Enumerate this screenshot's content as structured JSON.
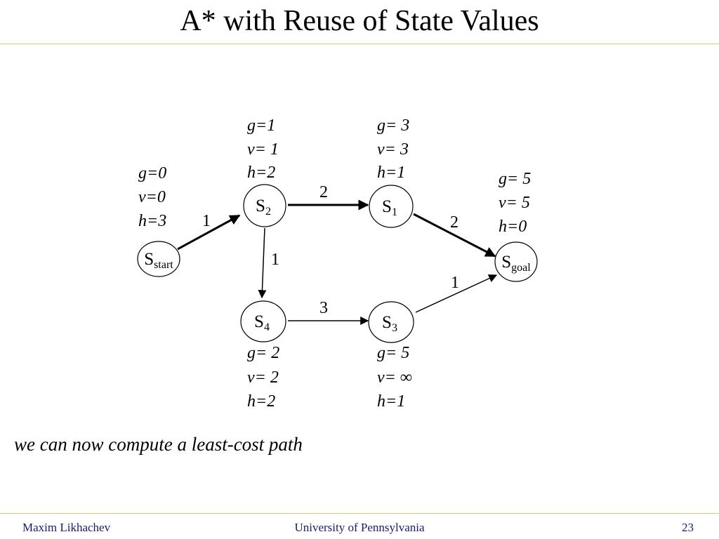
{
  "slide": {
    "title": "A* with Reuse of State Values",
    "caption": "we can now compute a least-cost path",
    "footer": {
      "author": "Maxim Likhachev",
      "institution": "University of Pennsylvania",
      "page": "23"
    }
  },
  "graph": {
    "nodes": {
      "sstart": {
        "label": "S",
        "sub": "start",
        "g": "g=0",
        "v": "v=0",
        "h": "h=3"
      },
      "s2": {
        "label": "S",
        "sub": "2",
        "g": "g=1",
        "v": "v= 1",
        "h": "h=2"
      },
      "s1": {
        "label": "S",
        "sub": "1",
        "g": "g= 3",
        "v": "v= 3",
        "h": "h=1"
      },
      "sgoal": {
        "label": "S",
        "sub": "goal",
        "g": "g= 5",
        "v": "v= 5",
        "h": "h=0"
      },
      "s4": {
        "label": "S",
        "sub": "4",
        "g": "g= 2",
        "v": "v= 2",
        "h": "h=2"
      },
      "s3": {
        "label": "S",
        "sub": "3",
        "g": "g= 5",
        "v": "v= ∞",
        "h": "h=1"
      }
    },
    "edges": {
      "sstart_s2": {
        "weight": "1",
        "bold": true
      },
      "s2_s1": {
        "weight": "2",
        "bold": true
      },
      "s1_sgoal": {
        "weight": "2",
        "bold": true
      },
      "s2_s4": {
        "weight": "1",
        "bold": false
      },
      "s4_s3": {
        "weight": "3",
        "bold": false
      },
      "s3_sgoal": {
        "weight": "1",
        "bold": false
      }
    }
  }
}
